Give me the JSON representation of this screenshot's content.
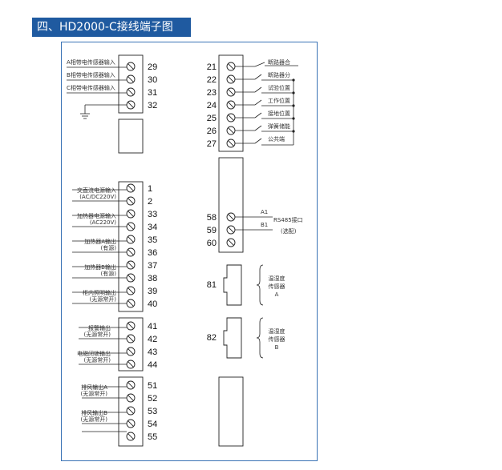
{
  "title": "四、HD2000-C接线端子图",
  "left_top": {
    "terminals": [
      "29",
      "30",
      "31",
      "32"
    ],
    "labels": [
      "A相带电传感器输入",
      "B相带电传感器输入",
      "C相带电传感器输入"
    ]
  },
  "left_main": {
    "terminals": [
      "1",
      "2",
      "33",
      "34",
      "35",
      "36",
      "37",
      "38",
      "39",
      "40"
    ],
    "labels": [
      {
        "line1": "交直流电源输入",
        "line2": "(AC/DC220V)"
      },
      {
        "line1": "加热器电源输入",
        "line2": "(AC220V)"
      },
      {
        "line1": "加热器A输出",
        "line2": "(有源)"
      },
      {
        "line1": "加热器B输出",
        "line2": "(有源)"
      },
      {
        "line1": "柜内照明输出",
        "line2": "(无源常开)"
      }
    ]
  },
  "left_mid": {
    "terminals": [
      "41",
      "42",
      "43",
      "44"
    ],
    "labels": [
      {
        "line1": "报警输出",
        "line2": "(无源常开)"
      },
      {
        "line1": "电磁闭锁输出",
        "line2": "(无源常开)"
      }
    ]
  },
  "left_bottom": {
    "terminals": [
      "51",
      "52",
      "53",
      "54",
      "55"
    ],
    "labels": [
      {
        "line1": "排风输出A",
        "line2": "(无源常开)"
      },
      {
        "line1": "排风输出B",
        "line2": "(无源常开)"
      }
    ]
  },
  "right_top": {
    "terminals": [
      "21",
      "22",
      "23",
      "24",
      "25",
      "26",
      "27"
    ],
    "labels": [
      "断路器合",
      "断路器分",
      "试验位置",
      "工作位置",
      "接地位置",
      "弹簧储能",
      "公共端"
    ]
  },
  "right_rs485": {
    "terminals": [
      "58",
      "59",
      "60"
    ],
    "signals": [
      "A1",
      "B1"
    ],
    "label": "RS485接口",
    "note": "(选配)"
  },
  "sensors": [
    {
      "number": "81",
      "line1": "温湿度",
      "line2": "传感器",
      "line3": "A"
    },
    {
      "number": "82",
      "line1": "温湿度",
      "line2": "传感器",
      "line3": "B"
    }
  ]
}
